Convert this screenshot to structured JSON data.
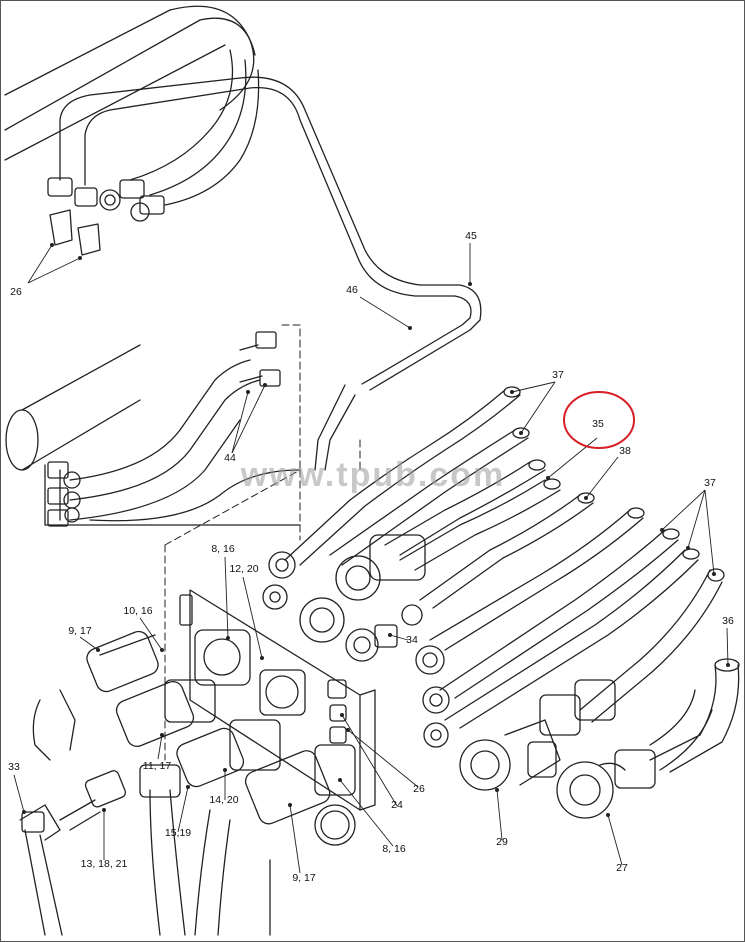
{
  "diagram": {
    "watermark": "www.tpub.com",
    "highlight_color": "#d61f26",
    "highlighted_callout": "35",
    "callouts": {
      "c26a": "26",
      "c45": "45",
      "c46": "46",
      "c44": "44",
      "c37a": "37",
      "c35": "35",
      "c38": "38",
      "c37b": "37",
      "c36": "36",
      "c8_16a": "8, 16",
      "c12_20": "12, 20",
      "c10_16": "10, 16",
      "c9_17a": "9, 17",
      "c34": "34",
      "c33": "33",
      "c11_17": "11, 17",
      "c14_20": "14, 20",
      "c15_19": "15,19",
      "c13_18_21": "13, 18, 21",
      "c24": "24",
      "c26b": "26",
      "c8_16b": "8, 16",
      "c9_17b": "9, 17",
      "c29": "29",
      "c27": "27"
    }
  }
}
